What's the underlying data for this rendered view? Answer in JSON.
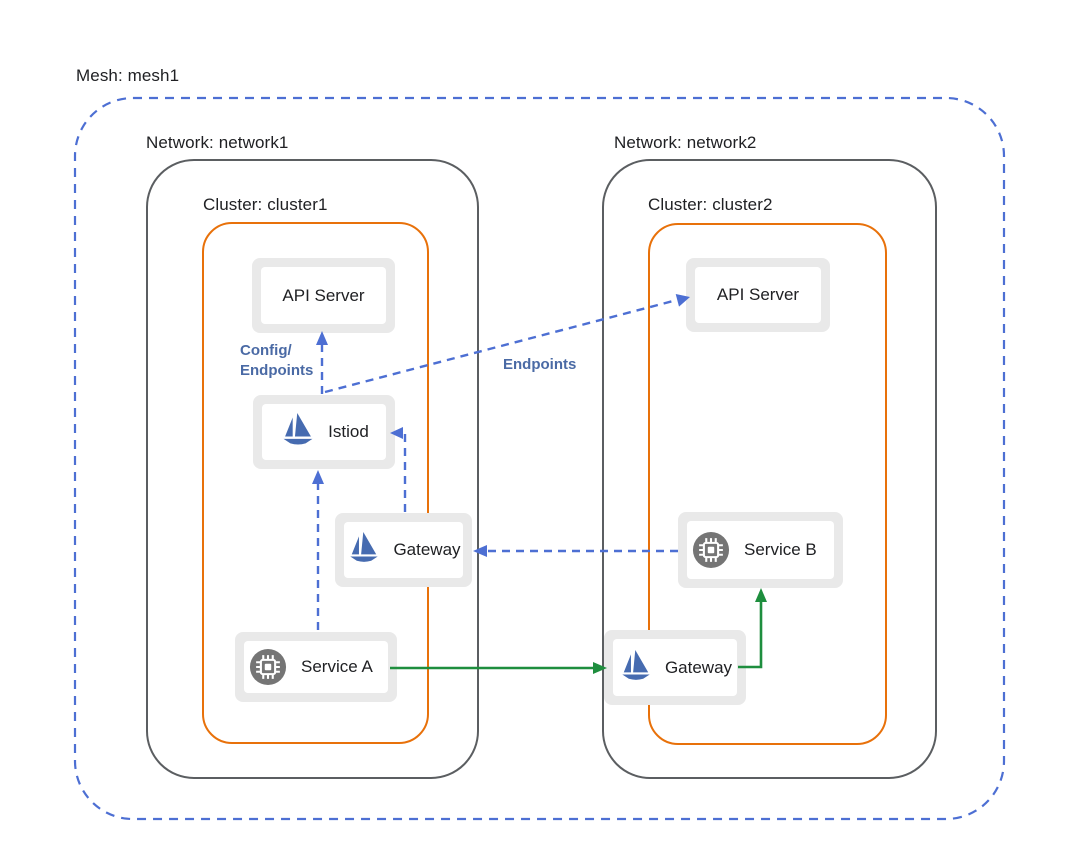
{
  "mesh": {
    "label": "Mesh: mesh1"
  },
  "networks": [
    {
      "label": "Network: network1",
      "cluster": {
        "label": "Cluster: cluster1"
      }
    },
    {
      "label": "Network: network2",
      "cluster": {
        "label": "Cluster: cluster2"
      }
    }
  ],
  "nodes": {
    "api_server_1": {
      "label": "API Server"
    },
    "istiod": {
      "label": "Istiod",
      "icon": "istio-sail"
    },
    "gateway_1": {
      "label": "Gateway",
      "icon": "istio-sail"
    },
    "service_a": {
      "label": "Service A",
      "icon": "compute-chip"
    },
    "api_server_2": {
      "label": "API Server"
    },
    "service_b": {
      "label": "Service B",
      "icon": "compute-chip"
    },
    "gateway_2": {
      "label": "Gateway",
      "icon": "istio-sail"
    }
  },
  "edge_labels": {
    "config_line1": "Config/",
    "config_line2": "Endpoints",
    "endpoints": "Endpoints"
  },
  "edges": [
    {
      "from": "istiod",
      "to": "api-server-cluster1",
      "label": "Config/Endpoints",
      "style": "dashed",
      "color": "blue"
    },
    {
      "from": "istiod",
      "to": "api-server-cluster2",
      "label": "Endpoints",
      "style": "dashed",
      "color": "blue"
    },
    {
      "from": "service-a",
      "to": "istiod",
      "label": "",
      "style": "dashed",
      "color": "blue"
    },
    {
      "from": "gateway-cluster1",
      "to": "istiod",
      "label": "",
      "style": "dashed",
      "color": "blue"
    },
    {
      "from": "service-b",
      "to": "gateway-cluster1",
      "label": "",
      "style": "dashed",
      "color": "blue"
    },
    {
      "from": "service-a",
      "to": "gateway-cluster2",
      "label": "",
      "style": "solid",
      "color": "green"
    },
    {
      "from": "gateway-cluster2",
      "to": "service-b",
      "label": "",
      "style": "solid",
      "color": "green"
    }
  ],
  "colors": {
    "arrow_blue": "#4d6fd3",
    "edge_label_blue": "#4a6aa5",
    "network_border": "#5b5e61",
    "cluster_border": "#e8710a",
    "node_frame": "#e9e9e9",
    "traffic_green": "#1e8e3e",
    "istio_blue": "#466bb0",
    "icon_gray": "#757575",
    "text": "#202124"
  }
}
